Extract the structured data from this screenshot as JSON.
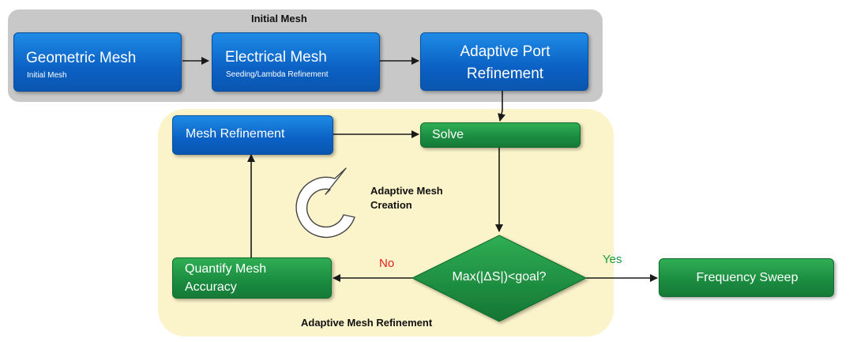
{
  "regions": {
    "initial_mesh": "Initial Mesh",
    "adaptive_refinement": "Adaptive Mesh Refinement"
  },
  "nodes": {
    "geometric_mesh": {
      "title": "Geometric Mesh",
      "subtitle": "Initial Mesh"
    },
    "electrical_mesh": {
      "title": "Electrical Mesh",
      "subtitle": "Seeding/Lambda Refinement"
    },
    "adaptive_port": {
      "line1": "Adaptive Port",
      "line2": "Refinement"
    },
    "mesh_refinement": {
      "title": "Mesh Refinement"
    },
    "solve": {
      "title": "Solve"
    },
    "quantify": {
      "line1": "Quantify Mesh",
      "line2": "Accuracy"
    },
    "decision": {
      "title": "Max(|ΔS|)<goal?"
    },
    "frequency_sweep": {
      "title": "Frequency Sweep"
    }
  },
  "loop": {
    "line1": "Adaptive Mesh",
    "line2": "Creation"
  },
  "edges": {
    "no": "No",
    "yes": "Yes"
  },
  "colors": {
    "no": "#e0221b",
    "yes": "#1a9a48",
    "blue_node": "#0b61c4",
    "green_node": "#1a8b3f",
    "initial_region": "#c8c8c8",
    "adaptive_region": "#fbf3c9"
  }
}
